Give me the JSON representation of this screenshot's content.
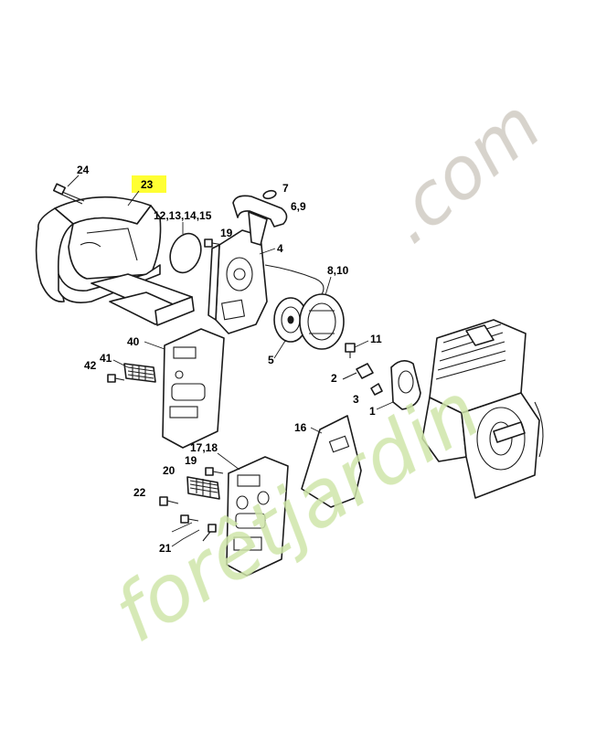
{
  "watermark": {
    "main": "forêtjardin",
    "suffix": ".com",
    "main_color": "#cfe6a9",
    "suffix_color": "#d0cbc3"
  },
  "highlight_color": "#ffff33",
  "callouts": {
    "c24": "24",
    "c23": "23",
    "c12": "12,13,14,15",
    "c7": "7",
    "c69": "6,9",
    "c19a": "19",
    "c4": "4",
    "c810": "8,10",
    "c11": "11",
    "c5": "5",
    "c40": "40",
    "c41": "41",
    "c42": "42",
    "c2": "2",
    "c3": "3",
    "c1": "1",
    "c16": "16",
    "c1718": "17,18",
    "c20": "20",
    "c19b": "19",
    "c22": "22",
    "c21": "21"
  }
}
